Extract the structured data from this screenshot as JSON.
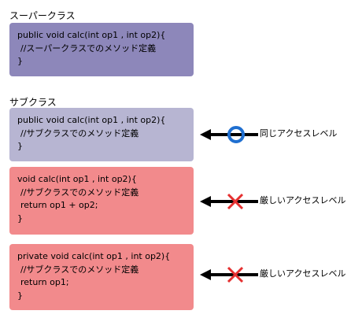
{
  "superclass": {
    "heading": "スーパークラス",
    "code": [
      "public void calc(int op1 , int op2){",
      "//スーパークラスでのメソッド定義",
      "}"
    ]
  },
  "subclass": {
    "heading": "サブクラス",
    "methods": [
      {
        "code": [
          "public void calc(int op1 , int op2){",
          "//サブクラスでのメソッド定義",
          "}"
        ],
        "mark": "circle",
        "label": "同じアクセスレベル"
      },
      {
        "code": [
          "void calc(int op1 , int op2){",
          "//サブクラスでのメソッド定義",
          "return op1 + op2;",
          "}"
        ],
        "mark": "cross",
        "label": "厳しいアクセスレベル"
      },
      {
        "code": [
          "private void calc(int op1 , int op2){",
          "//サブクラスでのメソッド定義",
          "return op1;",
          "}"
        ],
        "mark": "cross",
        "label": "厳しいアクセスレベル"
      }
    ]
  },
  "colors": {
    "superclass_box": "#8d87ba",
    "public_box": "#b7b5d2",
    "restricted_box": "#f28a8c",
    "circle_mark": "#1f6fd0",
    "cross_mark": "#e53030",
    "arrow": "#000000"
  }
}
